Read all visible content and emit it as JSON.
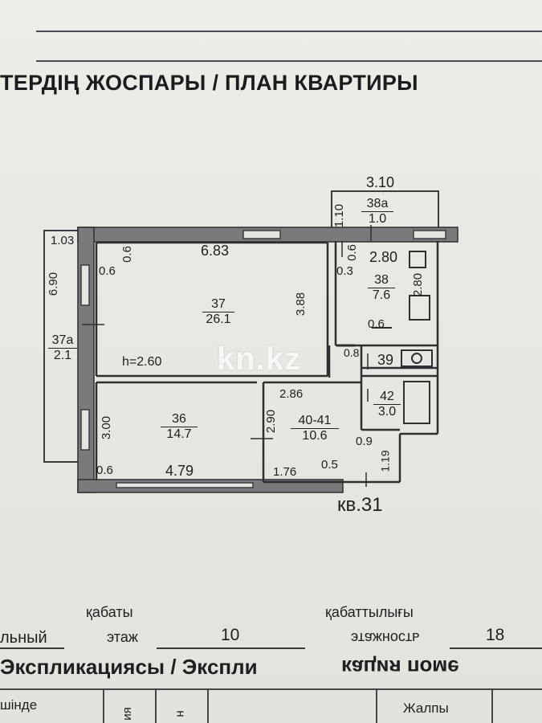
{
  "title": "ТЕРДІҢ ЖОСПАРЫ / ПЛАН КВАРТИРЫ",
  "plan": {
    "ceiling_height": "h=2.60",
    "apartment_label": "кв.31",
    "watermark": "kn.kz",
    "rooms": [
      {
        "id": "37",
        "area": "26.1"
      },
      {
        "id": "36",
        "area": "14.7"
      },
      {
        "id": "40-41",
        "area": "10.6"
      },
      {
        "id": "38",
        "area": "7.6"
      },
      {
        "id": "37а",
        "area": "2.1"
      },
      {
        "id": "38а",
        "area": "1.0"
      },
      {
        "id": "42",
        "area": "3.0"
      },
      {
        "id": "39",
        "area": ""
      }
    ],
    "dimensions": {
      "d310": "3.10",
      "d110": "1.10",
      "d103": "1.03",
      "d06a": "0.6",
      "d06b": "0.6",
      "d683": "6.83",
      "d06c": "0.6",
      "d03": "0.3",
      "d280a": "2.80",
      "d280b": "2.80",
      "d690": "6.90",
      "d388": "3.88",
      "d06d": "0.6",
      "d88": "0.8",
      "d286": "2.86",
      "d300": "3.00",
      "d290": "2.90",
      "d09": "0.9",
      "d119": "1.19",
      "d06e": "0.6",
      "d479": "4.79",
      "d176": "1.76",
      "d05": "0.5"
    }
  },
  "info": {
    "floor_label": "қабаты",
    "floors_label": "қабаттылығы",
    "left_word": "льный",
    "floor_ru": "этаж",
    "floor_value": "10",
    "floors_ru_mirrored": "этажность",
    "floors_value": "18"
  },
  "explication": {
    "title": "Экспликациясы / Экспли",
    "title_mirrored": "кация поме"
  },
  "table": {
    "col1": "шінде",
    "col2": "ия",
    "col3": "н",
    "col_total": "Жалпы"
  }
}
